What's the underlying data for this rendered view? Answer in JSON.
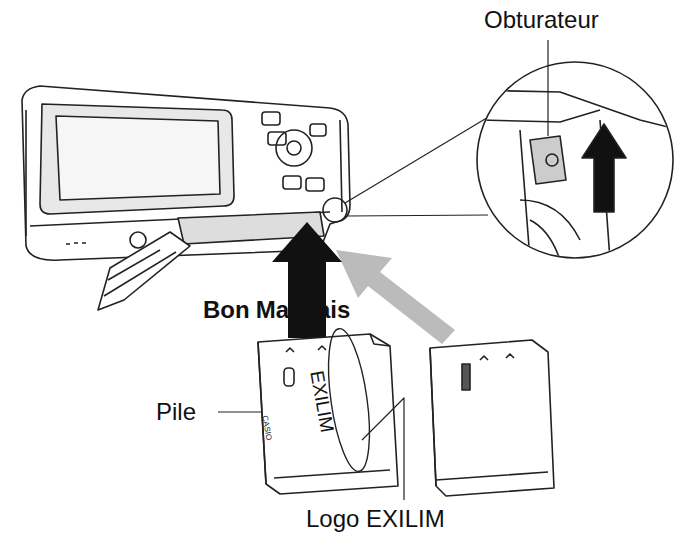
{
  "diagram": {
    "labels": [
      "Obturateur",
      "Bon",
      "Mauvais",
      "Pile",
      "CASIO",
      "EXILIM",
      "Logo EXILIM"
    ]
  }
}
